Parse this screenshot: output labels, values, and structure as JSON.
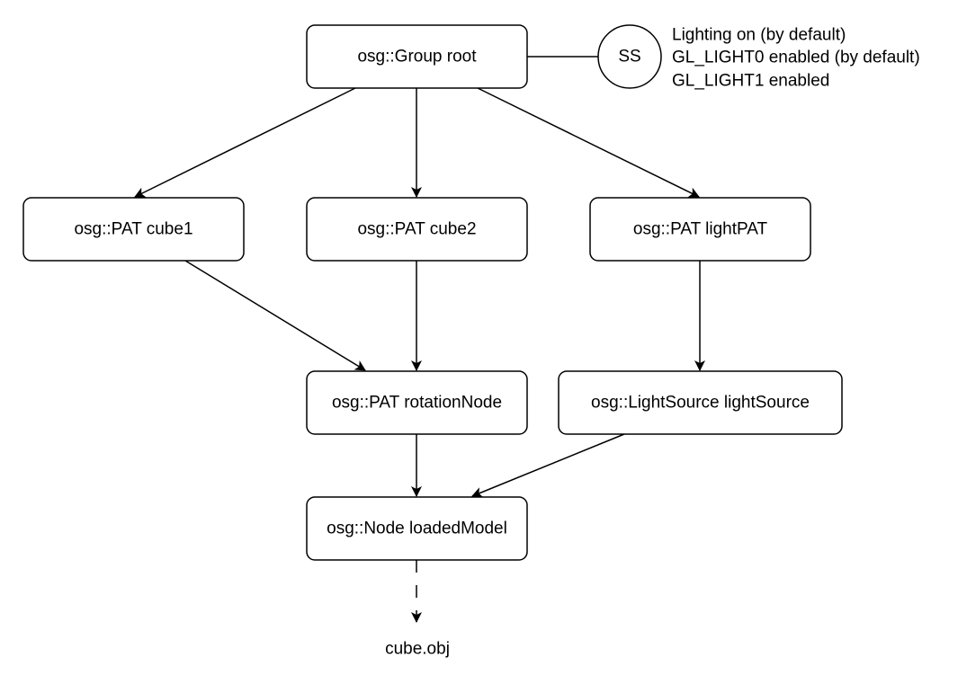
{
  "colors": {
    "stroke": "#000000",
    "fill": "#ffffff",
    "text": "#000000"
  },
  "nodes": {
    "root": "osg::Group root",
    "cube1": "osg::PAT cube1",
    "cube2": "osg::PAT cube2",
    "lightPAT": "osg::PAT lightPAT",
    "rotationNode": "osg::PAT rotationNode",
    "lightSource": "osg::LightSource lightSource",
    "loadedModel": "osg::Node loadedModel",
    "cubeFile": "cube.obj"
  },
  "stateset": {
    "label": "SS",
    "notes": [
      "Lighting on (by default)",
      "GL_LIGHT0 enabled (by default)",
      "GL_LIGHT1 enabled"
    ]
  },
  "edges": [
    {
      "from": "root",
      "to": "cube1",
      "style": "solid"
    },
    {
      "from": "root",
      "to": "cube2",
      "style": "solid"
    },
    {
      "from": "root",
      "to": "lightPAT",
      "style": "solid"
    },
    {
      "from": "cube1",
      "to": "rotationNode",
      "style": "solid"
    },
    {
      "from": "cube2",
      "to": "rotationNode",
      "style": "solid"
    },
    {
      "from": "lightPAT",
      "to": "lightSource",
      "style": "solid"
    },
    {
      "from": "rotationNode",
      "to": "loadedModel",
      "style": "solid"
    },
    {
      "from": "lightSource",
      "to": "loadedModel",
      "style": "solid"
    },
    {
      "from": "loadedModel",
      "to": "cubeFile",
      "style": "dashed"
    }
  ]
}
